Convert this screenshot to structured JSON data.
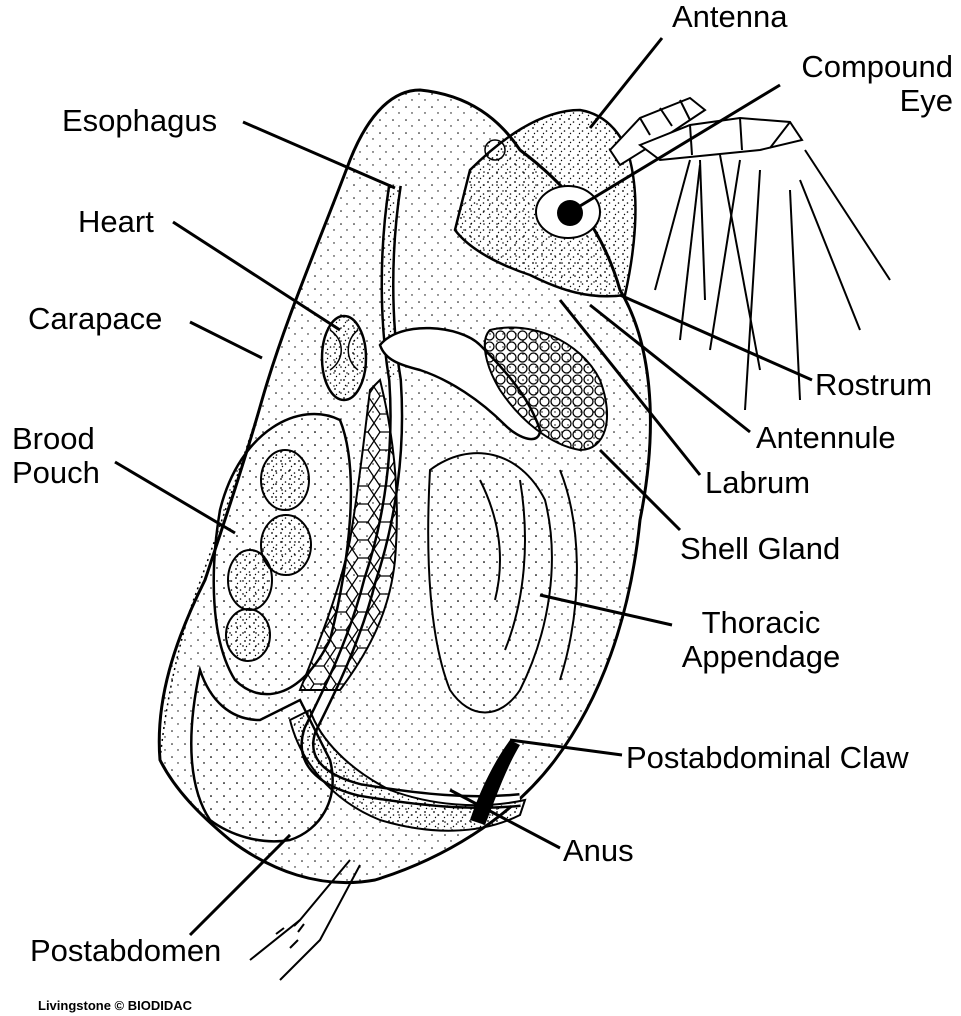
{
  "figure": {
    "labels": {
      "antenna": "Antenna",
      "compound_eye": [
        "Compound",
        "Eye"
      ],
      "esophagus": "Esophagus",
      "heart": "Heart",
      "carapace": "Carapace",
      "brood_pouch": [
        "Brood",
        "Pouch"
      ],
      "rostrum": "Rostrum",
      "antennule": "Antennule",
      "labrum": "Labrum",
      "shell_gland": "Shell Gland",
      "thoracic_appendage": [
        "Thoracic",
        "Appendage"
      ],
      "postabdominal_claw": "Postabdominal Claw",
      "anus": "Anus",
      "postabdomen": "Postabdomen"
    },
    "credit": "Livingstone © BIODIDAC",
    "colors": {
      "ink": "#000000",
      "paper": "#ffffff"
    }
  }
}
